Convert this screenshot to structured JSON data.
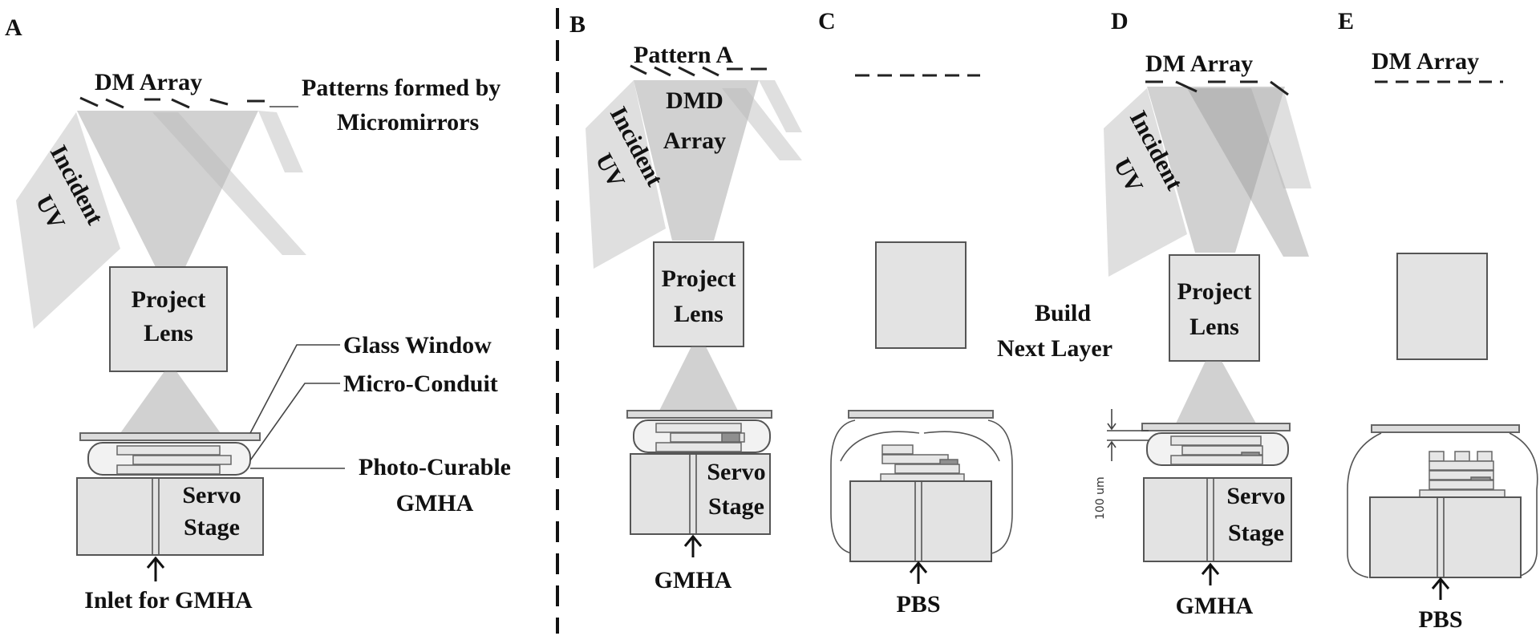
{
  "panels": {
    "a": {
      "letter": "A",
      "dm_array": "DM Array",
      "incident": "Incident",
      "uv": "UV",
      "patterns_line1": "Patterns formed by",
      "patterns_line2": "Micromirrors",
      "lens_line1": "Project",
      "lens_line2": "Lens",
      "glass_window": "Glass Window",
      "micro_conduit": "Micro-Conduit",
      "photo_curable_line1": "Photo-Curable",
      "photo_curable_line2": "GMHA",
      "stage_line1": "Servo",
      "stage_line2": "Stage",
      "inlet": "Inlet for GMHA"
    },
    "b": {
      "letter": "B",
      "pattern": "Pattern A",
      "dmd_line1": "DMD",
      "dmd_line2": "Array",
      "incident": "Incident",
      "uv": "UV",
      "lens_line1": "Project",
      "lens_line2": "Lens",
      "stage_line1": "Servo",
      "stage_line2": "Stage",
      "inlet": "GMHA"
    },
    "c": {
      "letter": "C",
      "build_line1": "Build",
      "build_line2": "Next Layer",
      "inlet": "PBS"
    },
    "d": {
      "letter": "D",
      "dm_array": "DM Array",
      "incident": "Incident",
      "uv": "UV",
      "lens_line1": "Project",
      "lens_line2": "Lens",
      "scale": "100 um",
      "stage_line1": "Servo",
      "stage_line2": "Stage",
      "inlet": "GMHA"
    },
    "e": {
      "letter": "E",
      "dm_array": "DM Array",
      "inlet": "PBS"
    }
  },
  "colors": {
    "beam": "#9a9a9a",
    "box_fill": "#e3e3e3",
    "outline": "#555555",
    "dark_layer": "#8f8f8f"
  }
}
